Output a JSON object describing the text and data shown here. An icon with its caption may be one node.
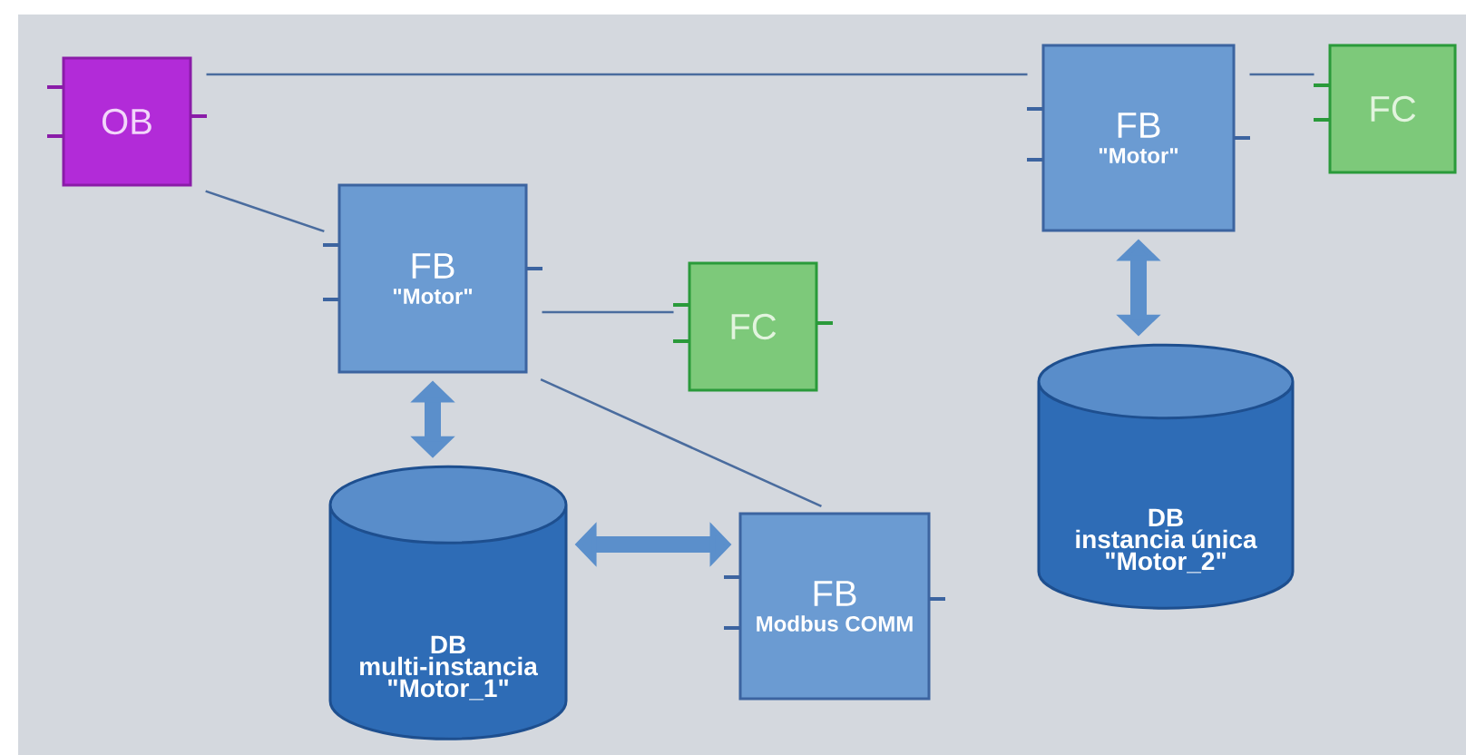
{
  "diagram": {
    "nodes": [
      {
        "text": [
          "OB"
        ]
      },
      {
        "text": [
          "FB",
          "\"Motor\""
        ]
      },
      {
        "text": [
          "FC"
        ]
      },
      {
        "text": [
          "FB",
          "\"Motor\""
        ]
      },
      {
        "text": [
          "FC"
        ]
      },
      {
        "text": [
          "DB",
          "multi-instancia \"Motor_1\""
        ]
      },
      {
        "text": [
          "FB",
          "Modbus COMM"
        ]
      },
      {
        "text": [
          "DB",
          "instancia única \"Motor_2\""
        ]
      }
    ],
    "edges": [
      {
        "from": 0,
        "to": 1,
        "arrow": "none"
      },
      {
        "from": 1,
        "to": 2,
        "arrow": "none"
      },
      {
        "from": 0,
        "to": 3,
        "arrow": "none"
      },
      {
        "from": 3,
        "to": 4,
        "arrow": "none"
      },
      {
        "from": 3,
        "to": 6,
        "arrow": "none"
      },
      {
        "from": 3,
        "to": 5,
        "arrow": "both",
        "style": "thick",
        "color": "#5b8fcb"
      },
      {
        "from": 5,
        "to": 6,
        "arrow": "both",
        "style": "thick",
        "color": "#5b8fcb"
      },
      {
        "from": 1,
        "to": 7,
        "arrow": "both",
        "style": "thick",
        "color": "#5b8fcb"
      }
    ]
  }
}
